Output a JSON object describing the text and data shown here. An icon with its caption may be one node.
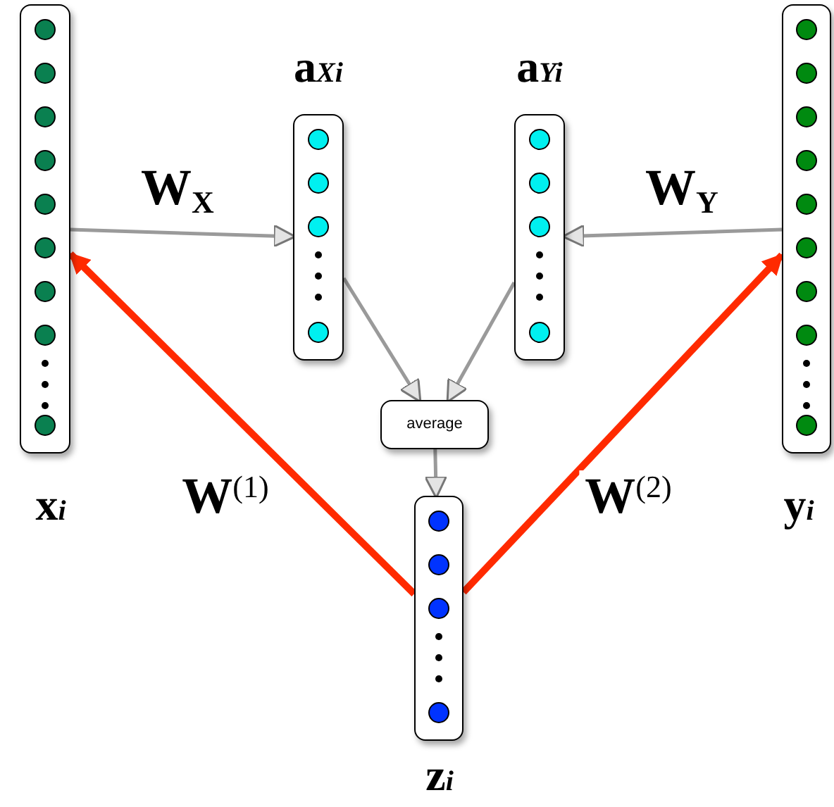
{
  "diagram": {
    "nodes": [
      {
        "text": [
          "**x**$_{i}$"
        ]
      },
      {
        "text": [
          "**a**$_{Xi}$"
        ]
      },
      {
        "text": [
          "**a**$_{Yi}$"
        ]
      },
      {
        "text": [
          "**y**$_{i}$"
        ]
      },
      {
        "text": [
          "average"
        ]
      },
      {
        "text": [
          "**z**$_{i}$"
        ]
      }
    ],
    "edges": [
      {
        "from": 0,
        "to": 1,
        "arrow": "to",
        "label": "**W**$_{X}$"
      },
      {
        "from": 3,
        "to": 2,
        "arrow": "to",
        "label": "**W**$_{Y}$"
      },
      {
        "from": 1,
        "to": 4,
        "arrow": "to"
      },
      {
        "from": 2,
        "to": 4,
        "arrow": "to"
      },
      {
        "from": 4,
        "to": 5,
        "arrow": "to"
      },
      {
        "from": 5,
        "to": 0,
        "arrow": "to",
        "label": "**W**$^{(1)}$",
        "style": "thick",
        "color": "#ff2a00"
      },
      {
        "from": 5,
        "to": 3,
        "arrow": "to",
        "label": "**W**$^{(2)}$",
        "style": "thick",
        "color": "#ff2a00"
      }
    ]
  }
}
